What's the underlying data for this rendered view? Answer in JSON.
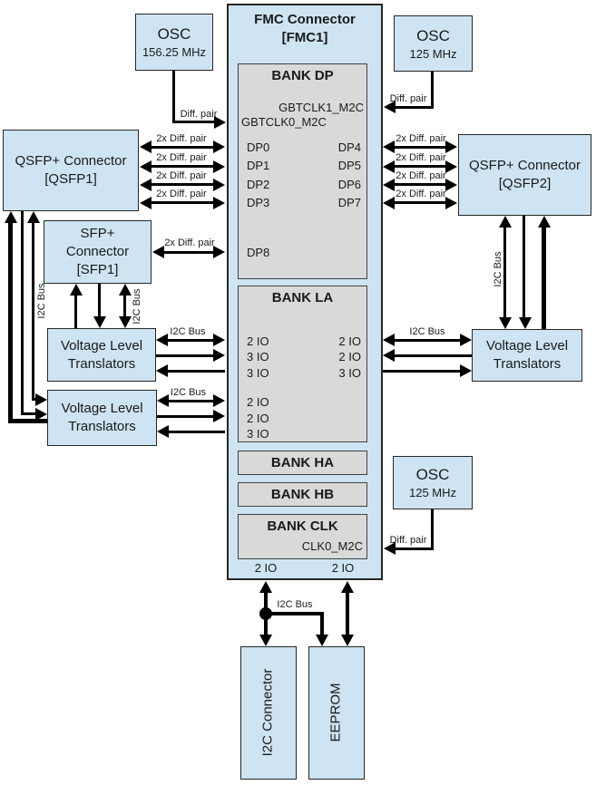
{
  "colors": {
    "box_fill": "#cee4f2",
    "bank_fill": "#d9d9d9",
    "line": "#000000"
  },
  "fmc": {
    "title": "FMC Connector",
    "subtitle": "[FMC1]",
    "bottom_io_left": "2 IO",
    "bottom_io_right": "2 IO",
    "banks": {
      "dp": {
        "title": "BANK DP",
        "clk_right": "GBTCLK1_M2C",
        "clk_left": "GBTCLK0_M2C",
        "left_ports": [
          "DP0",
          "DP1",
          "DP2",
          "DP3"
        ],
        "right_ports": [
          "DP4",
          "DP5",
          "DP6",
          "DP7"
        ],
        "extra_port": "DP8"
      },
      "la": {
        "title": "BANK LA",
        "left_group1": [
          "2 IO",
          "3 IO",
          "3 IO"
        ],
        "right_group1": [
          "2 IO",
          "2 IO",
          "3 IO"
        ],
        "left_group2": [
          "2 IO",
          "2 IO",
          "3 IO"
        ]
      },
      "ha": {
        "title": "BANK HA"
      },
      "hb": {
        "title": "BANK HB"
      },
      "clk": {
        "title": "BANK CLK",
        "port": "CLK0_M2C"
      }
    }
  },
  "oscillators": {
    "top_left": {
      "name": "OSC",
      "freq": "156.25 MHz"
    },
    "top_right": {
      "name": "OSC",
      "freq": "125 MHz"
    },
    "mid_right": {
      "name": "OSC",
      "freq": "125 MHz"
    }
  },
  "qsfp1": {
    "title": "QSFP+ Connector",
    "subtitle": "[QSFP1]"
  },
  "qsfp2": {
    "title": "QSFP+ Connector",
    "subtitle": "[QSFP2]"
  },
  "sfp1": {
    "line1": "SFP+",
    "line2": "Connector",
    "line3": "[SFP1]"
  },
  "translators": {
    "left_top": {
      "line1": "Voltage Level",
      "line2": "Translators"
    },
    "left_bottom": {
      "line1": "Voltage Level",
      "line2": "Translators"
    },
    "right": {
      "line1": "Voltage Level",
      "line2": "Translators"
    }
  },
  "bottom": {
    "i2c_connector": "I2C Connector",
    "eeprom": "EEPROM"
  },
  "labels": {
    "diff_pair": "Diff. pair",
    "diff_pair_2x": "2x Diff. pair",
    "i2c_bus": "I2C Bus"
  }
}
